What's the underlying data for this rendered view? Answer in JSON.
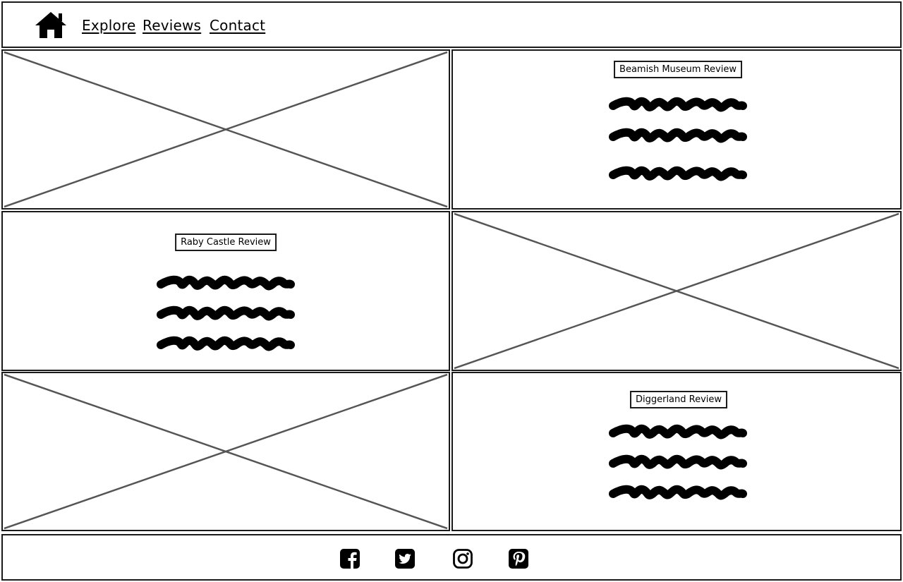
{
  "nav": {
    "home_icon": "home-icon",
    "links": [
      "Explore",
      "Reviews",
      "Contact"
    ]
  },
  "reviews": {
    "beamish": "Beamish Museum Review",
    "raby": "Raby Castle Review",
    "diggerland": "Diggerland Review"
  },
  "footer": {
    "icons": [
      "facebook-icon",
      "twitter-icon",
      "instagram-icon",
      "pinterest-icon"
    ]
  }
}
